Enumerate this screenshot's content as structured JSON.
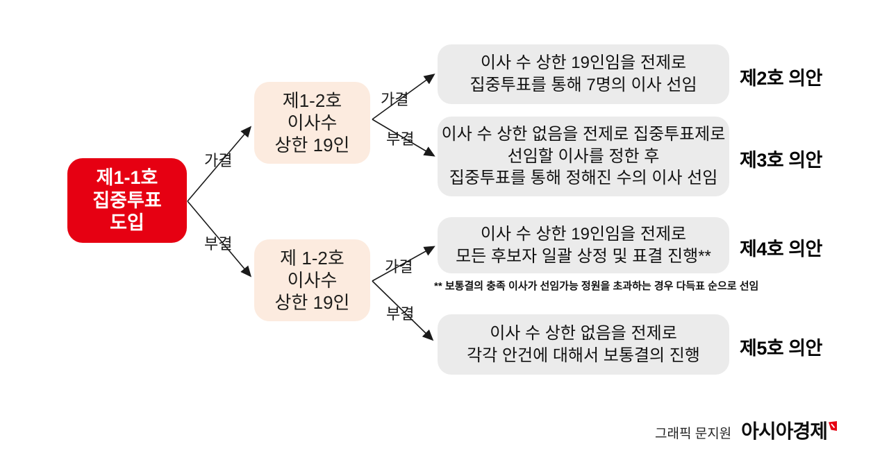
{
  "palette": {
    "red": "#e60012",
    "peach": "#fcebdf",
    "gray": "#ebebeb",
    "line": "#1a1a1a"
  },
  "root_node": {
    "lines": [
      "제1-1호",
      "집중투표",
      "도입"
    ]
  },
  "mid_nodes": [
    {
      "lines": [
        "제1-2호",
        "이사수",
        "상한 19인"
      ]
    },
    {
      "lines": [
        "제 1-2호",
        "이사수",
        "상한 19인"
      ]
    }
  ],
  "edges": [
    {
      "label": "가결"
    },
    {
      "label": "부결"
    },
    {
      "label": "가결"
    },
    {
      "label": "부결"
    },
    {
      "label": "가결"
    },
    {
      "label": "부결"
    }
  ],
  "result_nodes": [
    {
      "agenda": "제2호 의안",
      "lines": [
        "이사 수 상한 19인임을 전제로",
        "집중투표를 통해 7명의 이사 선임"
      ]
    },
    {
      "agenda": "제3호 의안",
      "lines": [
        "이사 수 상한 없음을 전제로 집중투표제로",
        "선임할 이사를 정한 후",
        "집중투표를 통해 정해진 수의 이사 선임"
      ]
    },
    {
      "agenda": "제4호 의안",
      "lines": [
        "이사 수 상한 19인임을 전제로",
        "모든 후보자 일괄 상정 및 표결 진행**"
      ]
    },
    {
      "agenda": "제5호 의안",
      "lines": [
        "이사 수 상한 없음을 전제로",
        "각각 안건에 대해서 보통결의 진행"
      ]
    }
  ],
  "footnote": "** 보통결의 충족 이사가 선임가능 정원을 초과하는 경우 다득표 순으로 선임",
  "footer": {
    "credit": "그래픽 문지원",
    "brand": "아시아경제"
  }
}
